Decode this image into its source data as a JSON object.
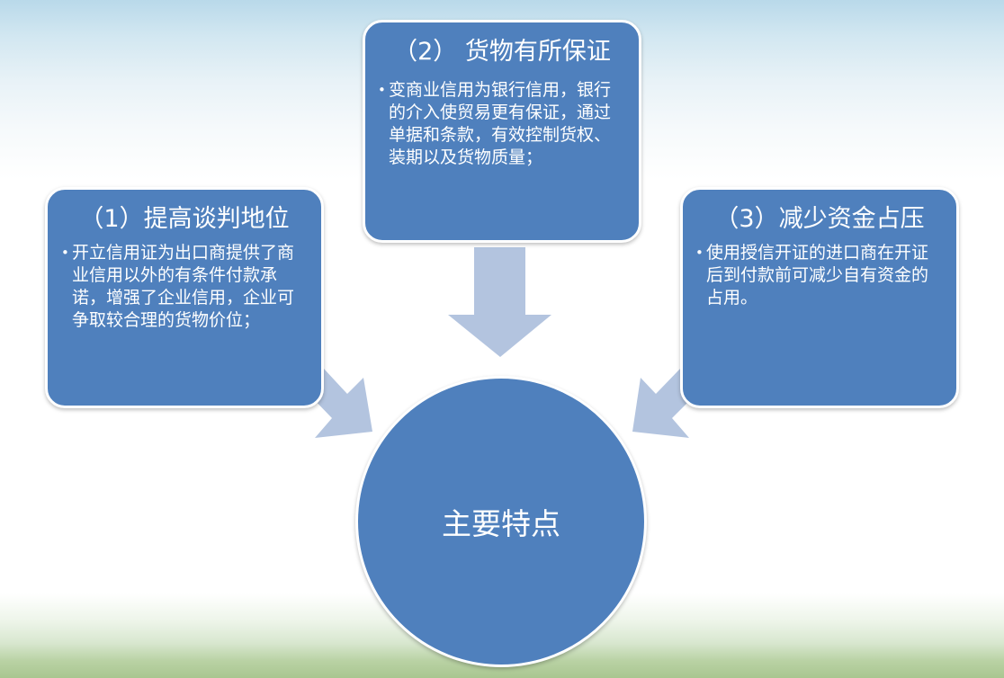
{
  "colors": {
    "box_fill": "#4f80bd",
    "arrow_fill": "#b3c4df",
    "text": "#ffffff"
  },
  "center": {
    "label": "主要特点"
  },
  "boxes": {
    "left": {
      "title": "（1）提高谈判地位",
      "bullet": "开立信用证为出口商提供了商业信用以外的有条件付款承诺，增强了企业信用，企业可争取较合理的货物价位；"
    },
    "top": {
      "title": "（2） 货物有所保证",
      "bullet": "变商业信用为银行信用，银行的介入使贸易更有保证，通过单据和条款，有效控制货权、装期以及货物质量；"
    },
    "right": {
      "title": "（3）减少资金占压",
      "bullet": "使用授信开证的进口商在开证后到付款前可减少自有资金的占用。"
    }
  }
}
